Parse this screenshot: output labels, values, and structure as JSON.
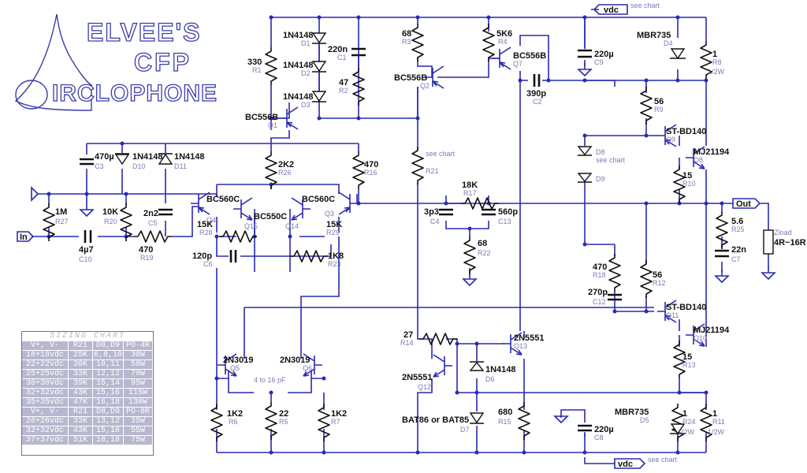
{
  "logo": {
    "line1": "ELVEE'S",
    "line2": "CFP",
    "line3": "IRCLOPHONE"
  },
  "colors": {
    "wire": "#2a2ab0",
    "component": "#111111",
    "ref_label": "#7a7ab8",
    "logo_outline": "#3b3baa"
  },
  "icons": [
    "horn-logo-icon",
    "ground-icon",
    "terminal-arrow-icon"
  ],
  "terminals": {
    "in": "In",
    "out": "Out",
    "vdc": "vdc",
    "see_chart": "see chart"
  },
  "q1": {
    "part": "BC556B",
    "ref": "Q1"
  },
  "q2": {
    "part": "BC556B",
    "ref": "Q2"
  },
  "q7": {
    "part": "BC556B",
    "ref": "Q7"
  },
  "q4": {
    "part": "BC560C",
    "ref": "Q4"
  },
  "q3": {
    "part": "BC560C",
    "ref": "Q3"
  },
  "q15": {
    "part": "BC550C",
    "ref": "Q15"
  },
  "q14": {
    "ref": "Q14"
  },
  "q5": {
    "part": "2N3019",
    "ref": "Q5"
  },
  "q6": {
    "part": "2N3019",
    "ref": "Q6"
  },
  "q12": {
    "part": "2N5551",
    "ref": "Q12"
  },
  "q13": {
    "part": "2N5551",
    "ref": "Q13"
  },
  "q9": {
    "part": "ST-BD140",
    "ref": "Q9"
  },
  "q11": {
    "part": "ST-BD140",
    "ref": "Q11"
  },
  "q8": {
    "part": "MJ21194",
    "ref": "Q8"
  },
  "q10": {
    "part": "MJ21194",
    "ref": "Q10"
  },
  "d1": {
    "part": "1N4148",
    "ref": "D1"
  },
  "d2": {
    "part": "1N4148",
    "ref": "D2"
  },
  "d3": {
    "part": "1N4148",
    "ref": "D3"
  },
  "d10": {
    "part": "1N4148",
    "ref": "D10"
  },
  "d11": {
    "part": "1N4148",
    "ref": "D11"
  },
  "d6": {
    "part": "1N4148",
    "ref": "D6"
  },
  "d7": {
    "part": "BAT86 or BAT85",
    "ref": "D7"
  },
  "d4": {
    "part": "MBR735",
    "ref": "D4"
  },
  "d5": {
    "part": "MBR735",
    "ref": "D5"
  },
  "d8": {
    "part": "see chart",
    "ref": "D8"
  },
  "d9": {
    "ref": "D9"
  },
  "r1": {
    "value": "330",
    "ref": "R1"
  },
  "r2": {
    "value": "47",
    "ref": "R2"
  },
  "r3": {
    "value": "68",
    "ref": "R3"
  },
  "r4": {
    "value": "5K6",
    "ref": "R4"
  },
  "r8": {
    "value": "1",
    "ref": "R8",
    "rating": "1/2W"
  },
  "r9": {
    "value": "56",
    "ref": "R9"
  },
  "r10": {
    "value": "15",
    "ref": "R10"
  },
  "r26": {
    "value": "2K2",
    "ref": "R26"
  },
  "r16": {
    "value": "470",
    "ref": "R16"
  },
  "r21": {
    "value": "see chart",
    "ref": "R21"
  },
  "r17": {
    "value": "18K",
    "ref": "R17"
  },
  "r22": {
    "value": "68",
    "ref": "R22"
  },
  "r27": {
    "value": "1M",
    "ref": "R27"
  },
  "r20": {
    "value": "10K",
    "ref": "R20"
  },
  "r19": {
    "value": "470",
    "ref": "R19"
  },
  "r28": {
    "value": "15K",
    "ref": "R28"
  },
  "r29": {
    "value": "15K",
    "ref": "R29"
  },
  "r23": {
    "value": "1K8",
    "ref": "R23"
  },
  "r25": {
    "value": "5.6",
    "ref": "R25"
  },
  "r18": {
    "value": "470",
    "ref": "R18"
  },
  "r12": {
    "value": "56",
    "ref": "R12"
  },
  "r13": {
    "value": "15",
    "ref": "R13"
  },
  "r14": {
    "value": "27",
    "ref": "R14"
  },
  "r15": {
    "value": "680",
    "ref": "R15"
  },
  "r6": {
    "value": "1K2",
    "ref": "R6"
  },
  "r5": {
    "value": "22",
    "ref": "R5"
  },
  "r7": {
    "value": "1K2",
    "ref": "R7"
  },
  "r24": {
    "value": "1",
    "ref": "R24",
    "rating": "1/2W"
  },
  "r11": {
    "value": "1",
    "ref": "R11",
    "rating": "1/2W"
  },
  "c1": {
    "value": "220n",
    "ref": "C1"
  },
  "c2": {
    "value": "390p",
    "ref": "C2"
  },
  "c9": {
    "value": "220µ",
    "ref": "C9"
  },
  "c3": {
    "value": "470µ",
    "ref": "C3"
  },
  "c4": {
    "value": "3p3",
    "ref": "C4"
  },
  "c13": {
    "value": "560p",
    "ref": "C13"
  },
  "c5": {
    "value": "2n2",
    "ref": "C5"
  },
  "c10": {
    "value": "4µ7",
    "ref": "C10"
  },
  "c6": {
    "value": "120p",
    "ref": "C6"
  },
  "c7": {
    "value": "22n",
    "ref": "C7"
  },
  "c12": {
    "value": "270p",
    "ref": "C12"
  },
  "c8": {
    "value": "220µ",
    "ref": "C8"
  },
  "q5q6_cap": "4 to 16 pF",
  "zload": {
    "name": "Zload",
    "value": "4R~16R"
  },
  "sizing_chart": {
    "title": "SIZING CHART",
    "rows": [
      [
        "V+, V-",
        "R21",
        "D8,D9",
        "PO-4R"
      ],
      [
        "18+18vdc",
        "25K",
        "6,8,10",
        "30W"
      ],
      [
        "22+22vdc",
        "30K",
        "10,11",
        "50W"
      ],
      [
        "25+25vdc",
        "33K",
        "12,12",
        "70W"
      ],
      [
        "30+30vdc",
        "39K",
        "15,14",
        "95W"
      ],
      [
        "32+32vdc",
        "43K",
        "15,16",
        "115W"
      ],
      [
        "35+35vdc",
        "47K",
        "16,18",
        "130W"
      ],
      [
        "V+, V-",
        "R21",
        "D8,D9",
        "PO-8R"
      ],
      [
        "26+26vdc",
        "33K",
        "13,12",
        "35W"
      ],
      [
        "32+32vdc",
        "43K",
        "15,16",
        "55W"
      ],
      [
        "37+37vdc",
        "51K",
        "18,18",
        "75W"
      ]
    ]
  }
}
